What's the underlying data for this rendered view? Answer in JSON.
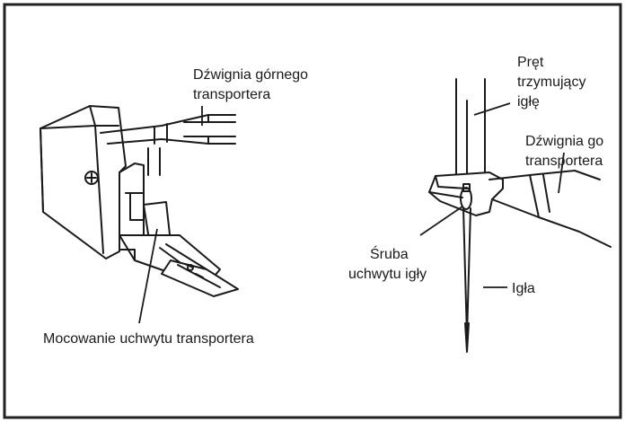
{
  "labels": {
    "upper_feed_lever": [
      "Dźwignia górnego",
      "transportera"
    ],
    "mount": "Mocowanie uchwytu transportera",
    "needle_bar": [
      "Pręt",
      "trzymujący",
      "igłę"
    ],
    "upper_feed_lever_right": [
      "Dźwignia go",
      "transportera"
    ],
    "needle_clamp_screw": [
      "Śruba",
      "uchwytu igły"
    ],
    "needle": "Igła"
  },
  "colors": {
    "ink": "#1a1a1a",
    "frame": "#222222",
    "background": "#ffffff"
  }
}
